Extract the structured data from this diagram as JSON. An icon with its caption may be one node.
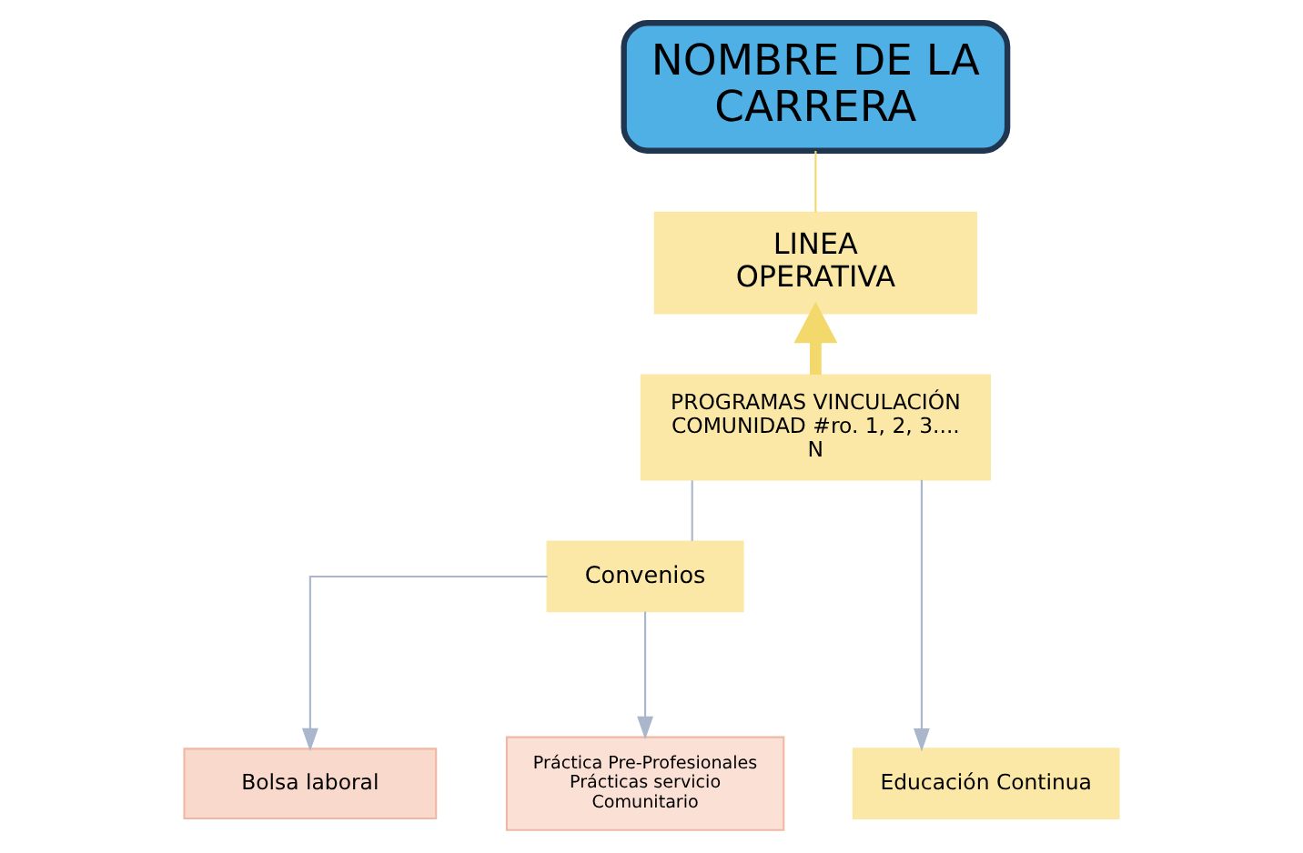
{
  "diagram": {
    "nodes": [
      {
        "text": [
          "NOMBRE DE LA CARRERA"
        ]
      },
      {
        "text": [
          "LINEA OPERATIVA"
        ]
      },
      {
        "text": [
          "PROGRAMAS VINCULACIÓN COMUNIDAD #ro. 1, 2, 3.... N"
        ]
      },
      {
        "text": [
          "Convenios"
        ]
      },
      {
        "text": [
          "Educación Continua"
        ]
      },
      {
        "text": [
          "Bolsa laboral"
        ]
      },
      {
        "text": [
          "Práctica Pre-Profesionales Prácticas servicio Comunitario"
        ]
      }
    ],
    "edges": [
      {
        "from": 0,
        "to": 1,
        "arrow": "none",
        "color": "#f3d96b"
      },
      {
        "from": 2,
        "to": 1,
        "arrow": "to",
        "style": "thick",
        "color": "#f3d96b"
      },
      {
        "from": 2,
        "to": 4,
        "arrow": "to"
      },
      {
        "from": 2,
        "to": 3,
        "arrow": "none"
      },
      {
        "from": 3,
        "to": 5,
        "arrow": "to"
      },
      {
        "from": 3,
        "to": 6,
        "arrow": "to"
      }
    ]
  }
}
